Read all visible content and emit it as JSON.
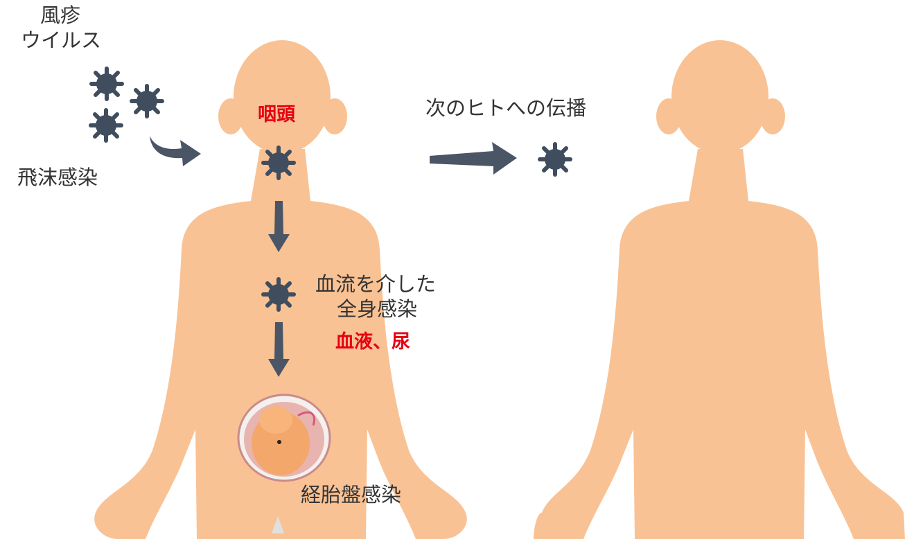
{
  "labels": {
    "virus_name_line1": "風疹",
    "virus_name_line2": "ウイルス",
    "droplet_infection": "飛沫感染",
    "pharynx": "咽頭",
    "transmission": "次のヒトへの伝播",
    "bloodstream_line1": "血流を介した",
    "bloodstream_line2": "全身感染",
    "blood_urine": "血液、尿",
    "transplacental": "経胎盤感染"
  },
  "colors": {
    "skin": "#f9c294",
    "virus": "#3f4d5e",
    "arrow": "#4a5666",
    "highlight_text": "#e60012",
    "text": "#333333",
    "womb_outline": "#c98a8a",
    "womb_fill": "#e8b4b0"
  },
  "icons": [
    "virus-icon",
    "arrow-icon",
    "body-silhouette",
    "fetus-in-womb"
  ]
}
